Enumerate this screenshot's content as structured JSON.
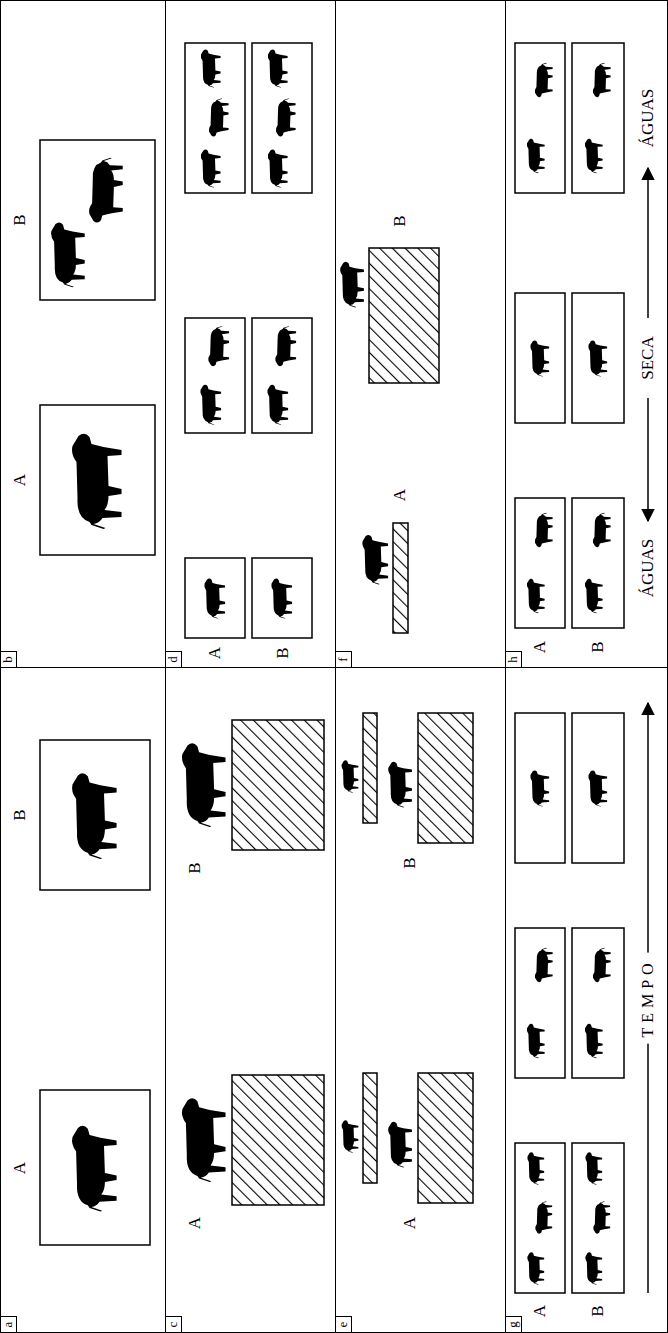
{
  "diagram": {
    "nodes": [
      {
        "text": [
          "a"
        ]
      },
      {
        "text": [
          "b"
        ]
      },
      {
        "text": [
          "c"
        ]
      },
      {
        "text": [
          "d"
        ]
      },
      {
        "text": [
          "e"
        ]
      },
      {
        "text": [
          "f"
        ]
      },
      {
        "text": [
          "g"
        ]
      },
      {
        "text": [
          "h"
        ]
      }
    ],
    "labels": [
      "A",
      "B",
      "A",
      "B",
      "A",
      "B",
      "A",
      "B",
      "A",
      "B",
      "A",
      "B",
      "A",
      "B",
      "TEMPO",
      "A",
      "B",
      "ÁGUAS",
      "SECA",
      "ÁGUAS"
    ]
  }
}
